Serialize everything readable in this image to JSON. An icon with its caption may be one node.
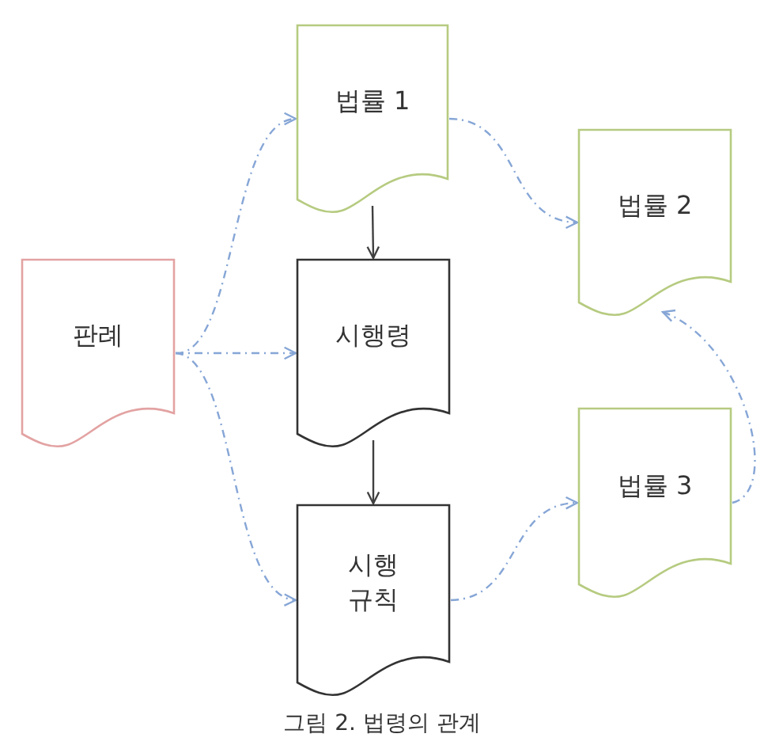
{
  "diagram": {
    "caption": "그림 2. 법령의 관계",
    "nodes": [
      {
        "text": [
          "판례"
        ]
      },
      {
        "text": [
          "법률 1"
        ]
      },
      {
        "text": [
          "시행령"
        ]
      },
      {
        "text": [
          "시행 규칙"
        ]
      },
      {
        "text": [
          "법률 2"
        ]
      },
      {
        "text": [
          "법률 3"
        ]
      }
    ],
    "edges": [
      {
        "from": 0,
        "to": 1,
        "arrow": "to",
        "style": "dashed"
      },
      {
        "from": 0,
        "to": 2,
        "arrow": "to",
        "style": "dashed"
      },
      {
        "from": 0,
        "to": 3,
        "arrow": "to",
        "style": "dashed"
      },
      {
        "from": 1,
        "to": 2,
        "arrow": "to",
        "color": "#404040"
      },
      {
        "from": 2,
        "to": 3,
        "arrow": "to",
        "color": "#404040"
      },
      {
        "from": 1,
        "to": 4,
        "arrow": "to",
        "style": "dashed"
      },
      {
        "from": 3,
        "to": 5,
        "arrow": "to",
        "style": "dashed"
      },
      {
        "from": 5,
        "to": 4,
        "arrow": "to",
        "style": "dashed"
      }
    ]
  }
}
